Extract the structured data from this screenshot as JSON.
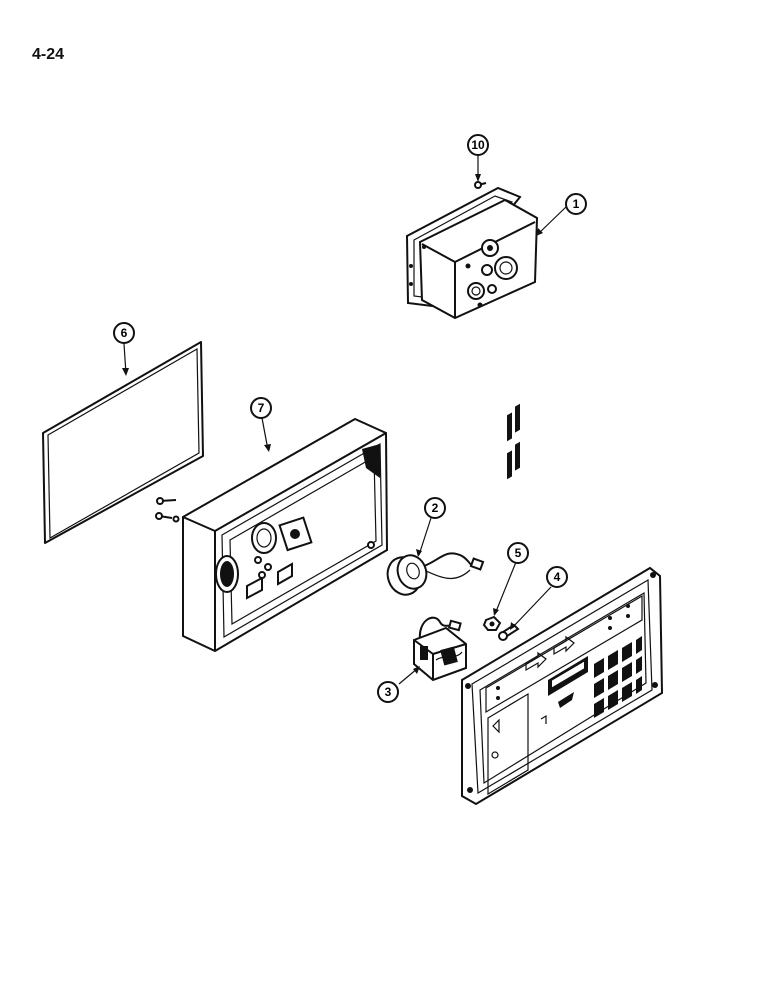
{
  "page": {
    "number": "4-24"
  },
  "callouts": [
    {
      "id": "10",
      "label": "10"
    },
    {
      "id": "1",
      "label": "1"
    },
    {
      "id": "6",
      "label": "6"
    },
    {
      "id": "7",
      "label": "7"
    },
    {
      "id": "2",
      "label": "2"
    },
    {
      "id": "5",
      "label": "5"
    },
    {
      "id": "4",
      "label": "4"
    },
    {
      "id": "3",
      "label": "3"
    }
  ]
}
